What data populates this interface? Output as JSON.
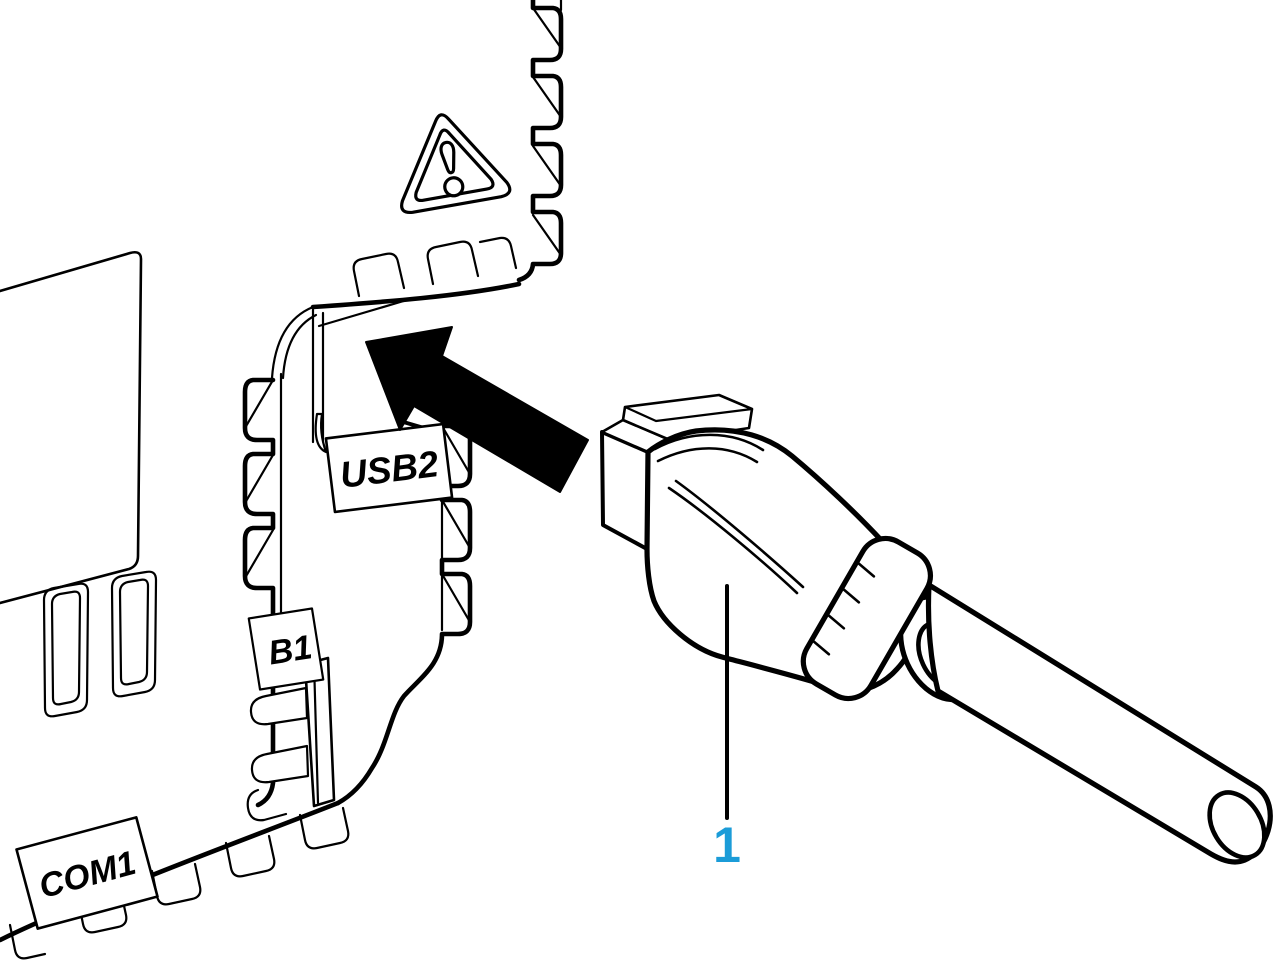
{
  "figure": {
    "type": "technical-illustration",
    "background_color": "#ffffff",
    "line_color": "#000000",
    "accent_color": "#1B9CD8",
    "labels": {
      "usb_port": "USB2",
      "port_b1": "B1",
      "com_port": "COM1"
    },
    "callout": {
      "number": "1"
    },
    "icons": {
      "warning": "warning-triangle-icon",
      "direction": "insertion-arrow-icon"
    }
  }
}
